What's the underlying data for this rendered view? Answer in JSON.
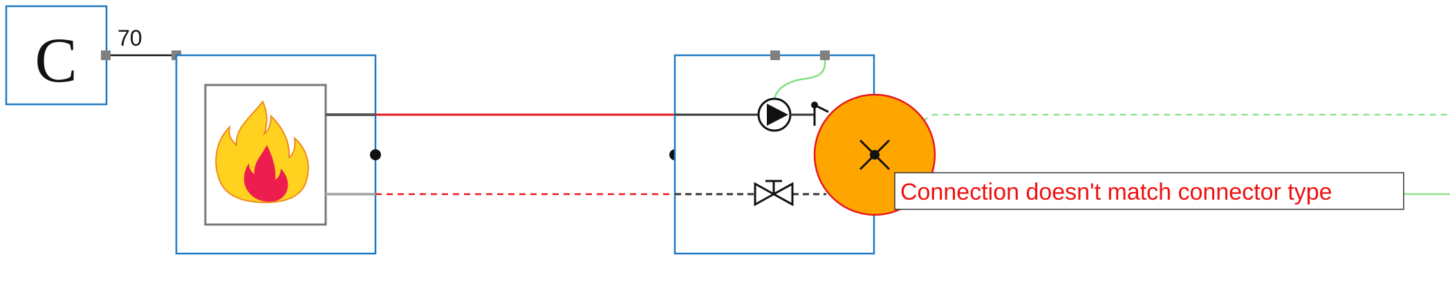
{
  "constant_block": {
    "letter": "C"
  },
  "connection": {
    "value": "70"
  },
  "error": {
    "message": "Connection doesn't match connector type"
  },
  "colors": {
    "block_border": "#1f78c1",
    "supply_line": "#e8141b",
    "return_line": "#e8141b",
    "signal_line": "#7fe07f",
    "error_marker_fill": "#ffa500",
    "error_marker_stroke": "#e8141b",
    "error_text": "#ee1111",
    "port": "#808080"
  },
  "icons": [
    "constant-icon",
    "flame-icon",
    "pump-icon",
    "valve-icon",
    "error-x-icon"
  ]
}
